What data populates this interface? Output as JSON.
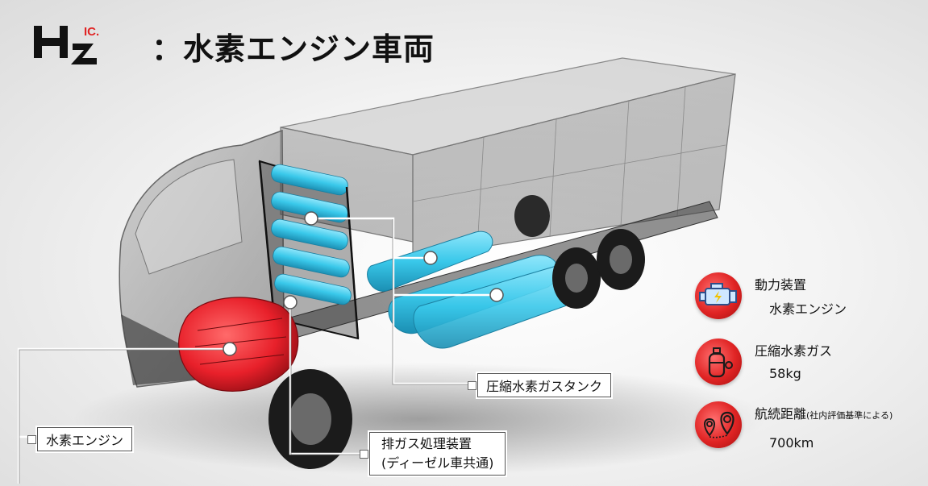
{
  "header": {
    "logo_text": "H2 IC",
    "title": "：水素エンジン車両"
  },
  "callouts": {
    "engine": "水素エンジン",
    "tank": "圧縮水素ガスタンク",
    "exhaust_line1": "排ガス処理装置",
    "exhaust_line2": "(ディーゼル車共通)"
  },
  "specs": [
    {
      "label": "動力装置",
      "value": "水素エンジン",
      "icon": "engine-icon"
    },
    {
      "label": "圧縮水素ガス",
      "value": "58kg",
      "icon": "gas-cylinder-icon"
    },
    {
      "label": "航続距離",
      "note": "(社内評価基準による)",
      "value": "700km",
      "icon": "map-pin-icon"
    }
  ],
  "colors": {
    "accent_red": "#e02424",
    "tank_cyan": "#39c8ea",
    "engine_red": "#e8202a"
  }
}
